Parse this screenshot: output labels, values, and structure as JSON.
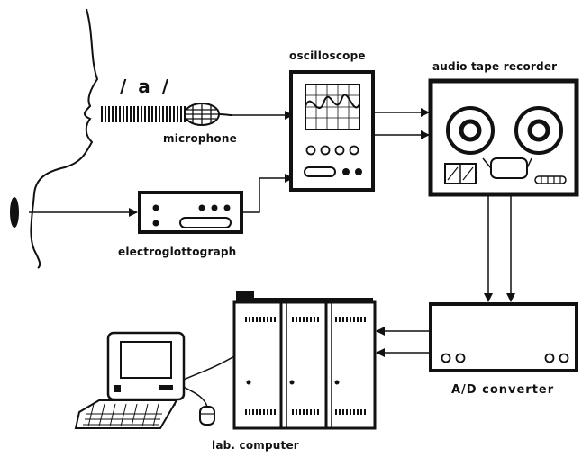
{
  "labels": {
    "phoneme": "/ a /",
    "microphone": "microphone",
    "oscilloscope": "oscilloscope",
    "recorder": "audio tape recorder",
    "electroglottograph": "electroglottograph",
    "converter": "A/D converter",
    "computer": "lab. computer"
  },
  "colors": {
    "ink": "#111111",
    "paper": "#ffffff"
  }
}
